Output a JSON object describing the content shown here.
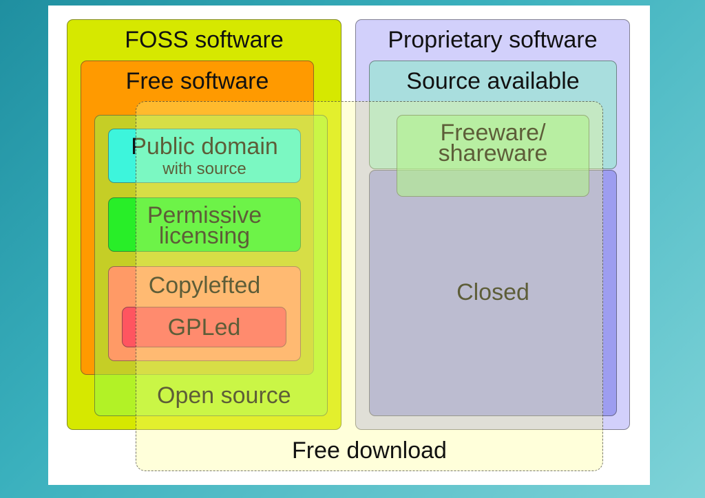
{
  "diagram": {
    "foss": {
      "label": "FOSS software",
      "color": "#d6e800"
    },
    "free_software": {
      "label": "Free software",
      "color": "#ff9a00"
    },
    "open_source": {
      "label": "Open source",
      "color": "#b5f040"
    },
    "public_domain": {
      "label": "Public domain",
      "sublabel": "with source",
      "color": "#3df5dc"
    },
    "permissive": {
      "label": "Permissive",
      "label2": "licensing",
      "color": "#28ee28"
    },
    "copylefted": {
      "label": "Copylefted",
      "color": "#ff9a66"
    },
    "gpled": {
      "label": "GPLed",
      "color": "#ff5560"
    },
    "proprietary": {
      "label": "Proprietary software",
      "color": "#d2d0fb"
    },
    "source_available": {
      "label": "Source available",
      "color": "#a9dede"
    },
    "freeware": {
      "label": "Freeware/",
      "label2": "shareware",
      "color": "#a0eaa0"
    },
    "closed": {
      "label": "Closed",
      "color": "#a6a6e8"
    },
    "free_download": {
      "label": "Free download",
      "color": "#ffff99"
    }
  }
}
